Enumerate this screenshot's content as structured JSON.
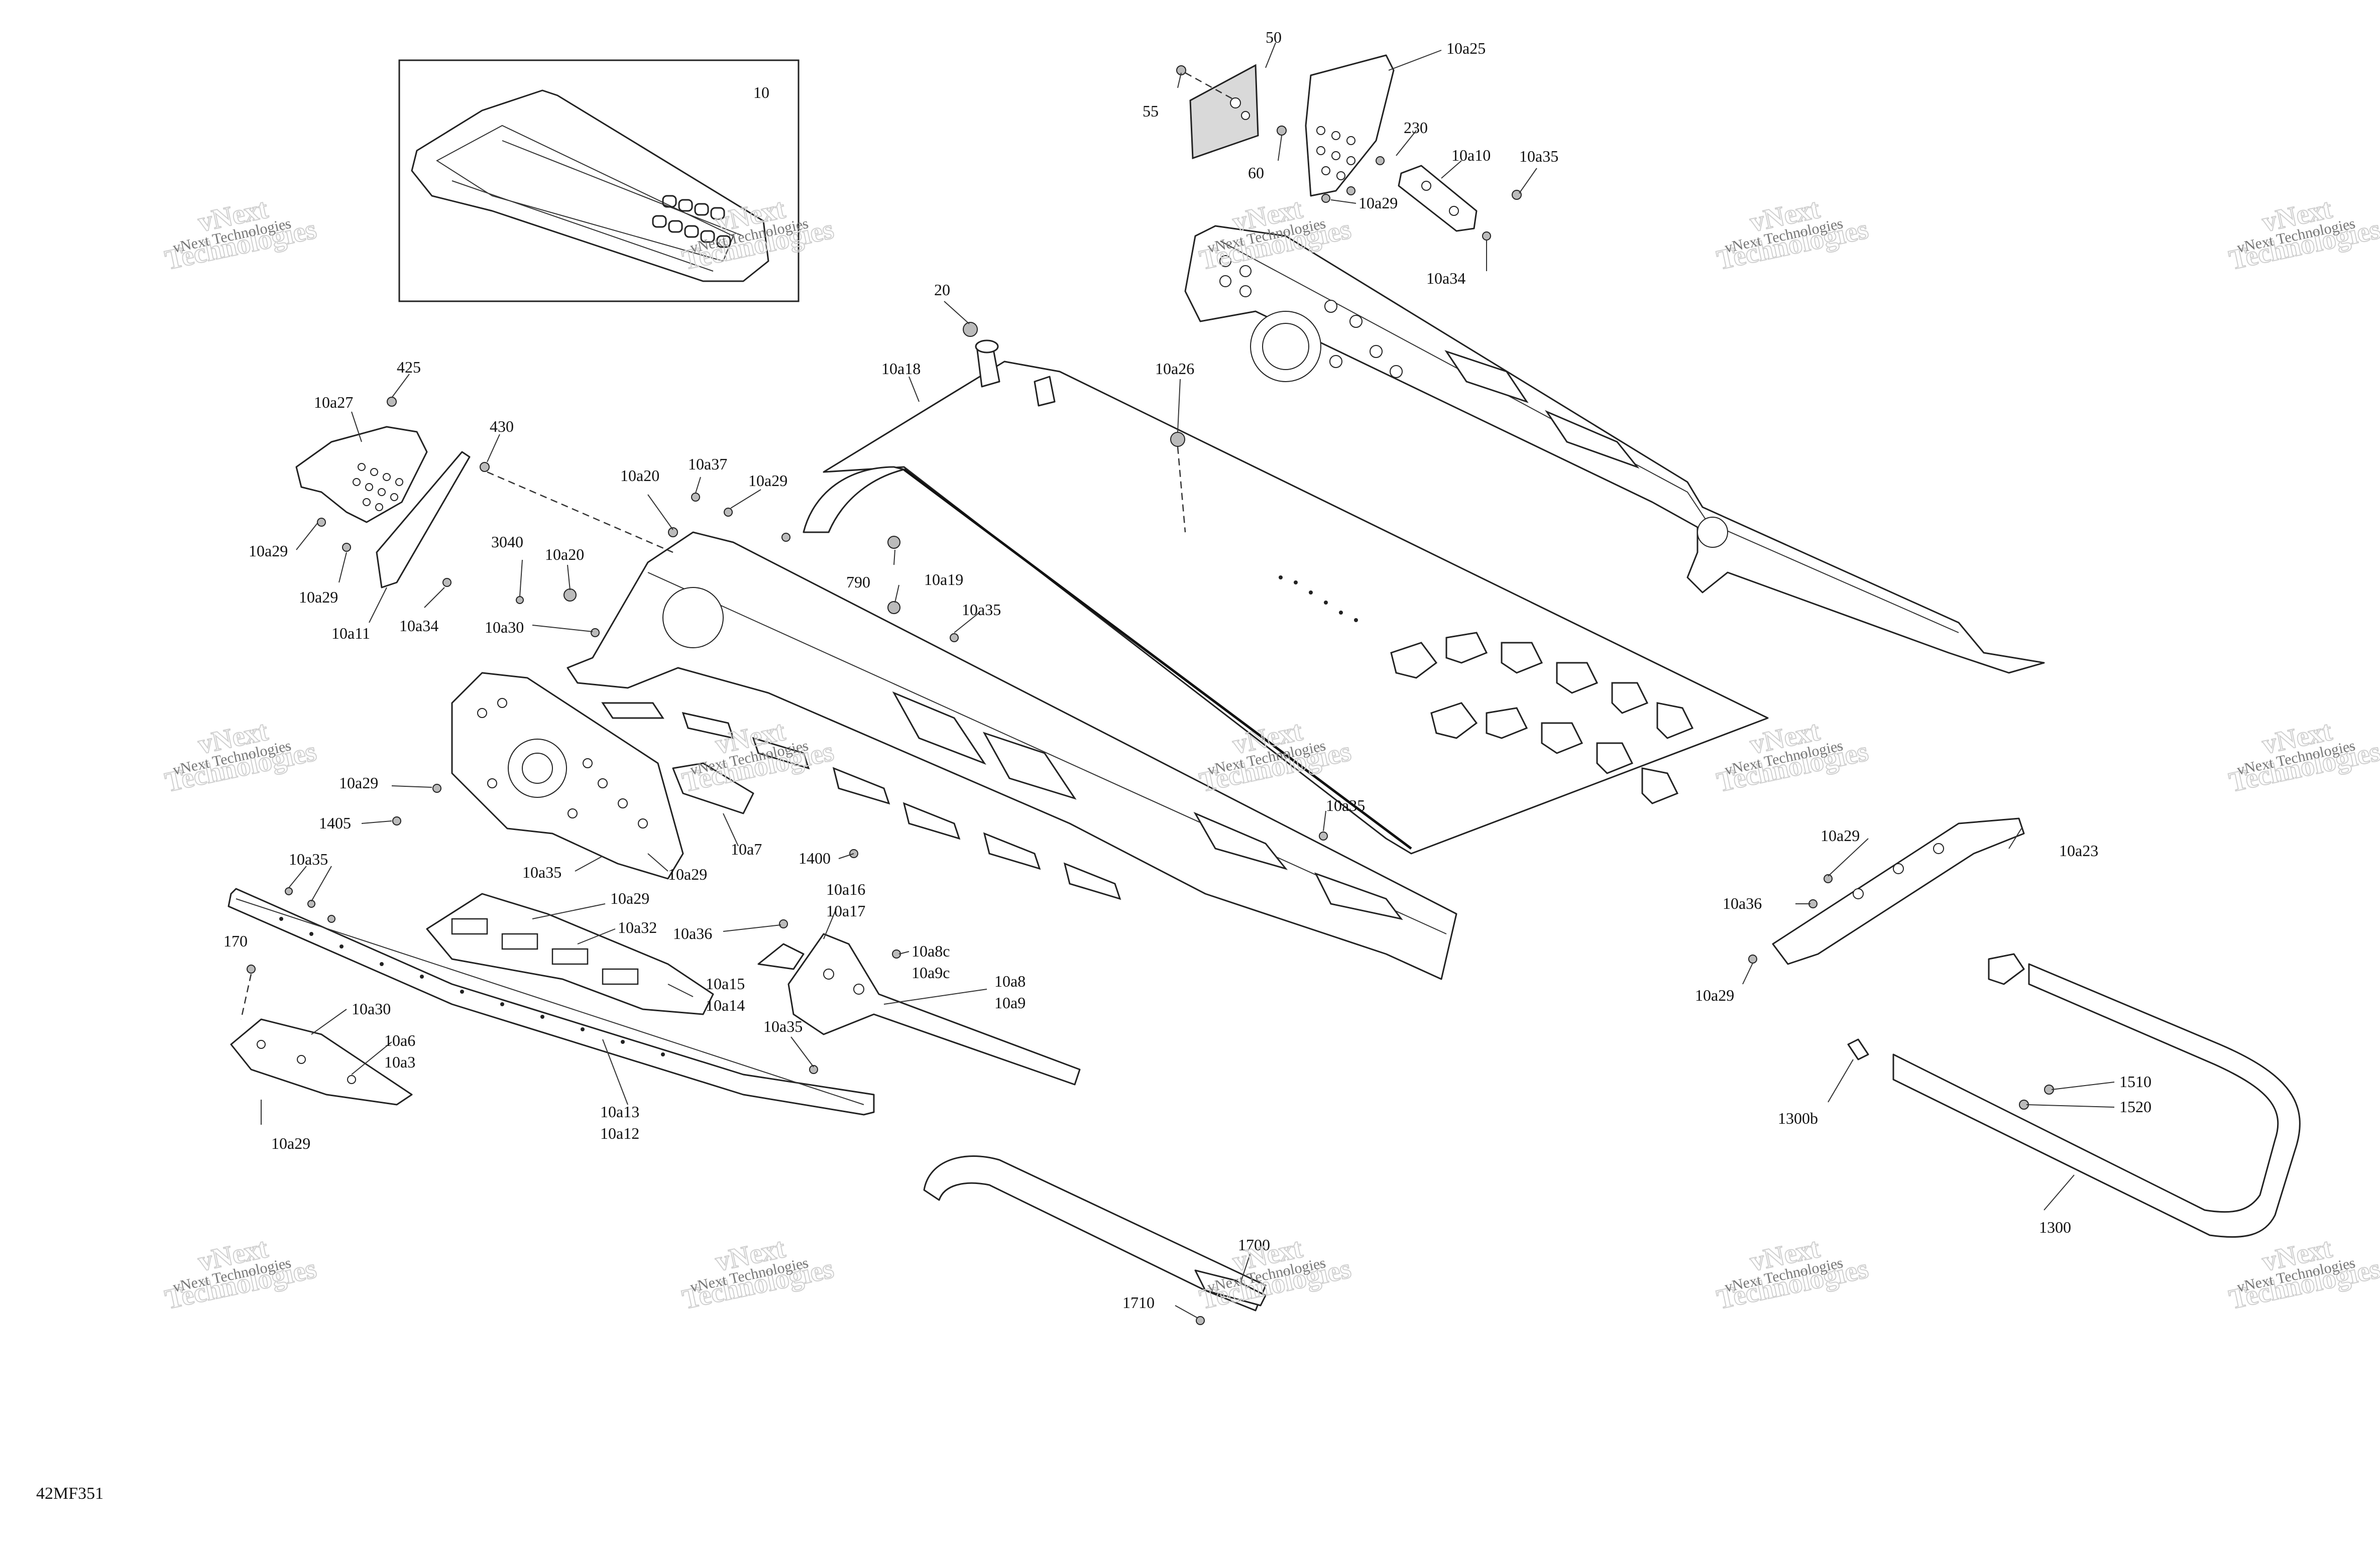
{
  "figure_code": "42MF351",
  "inset_label": "10",
  "watermark": {
    "line1": "vNext Technologies",
    "line2": "vNext",
    "line3": "Technologies"
  },
  "callouts": [
    {
      "id": "c-50",
      "text": "50"
    },
    {
      "id": "c-10a25",
      "text": "10a25"
    },
    {
      "id": "c-55",
      "text": "55"
    },
    {
      "id": "c-60",
      "text": "60"
    },
    {
      "id": "c-230",
      "text": "230"
    },
    {
      "id": "c-10a10",
      "text": "10a10"
    },
    {
      "id": "c-10a35-top",
      "text": "10a35"
    },
    {
      "id": "c-10a29-top",
      "text": "10a29"
    },
    {
      "id": "c-10a34-top",
      "text": "10a34"
    },
    {
      "id": "c-20",
      "text": "20"
    },
    {
      "id": "c-10a18",
      "text": "10a18"
    },
    {
      "id": "c-10a26",
      "text": "10a26"
    },
    {
      "id": "c-425",
      "text": "425"
    },
    {
      "id": "c-10a27",
      "text": "10a27"
    },
    {
      "id": "c-430",
      "text": "430"
    },
    {
      "id": "c-10a29-l1",
      "text": "10a29"
    },
    {
      "id": "c-10a29-l2",
      "text": "10a29"
    },
    {
      "id": "c-10a11",
      "text": "10a11"
    },
    {
      "id": "c-10a34-l",
      "text": "10a34"
    },
    {
      "id": "c-10a20-a",
      "text": "10a20"
    },
    {
      "id": "c-10a37",
      "text": "10a37"
    },
    {
      "id": "c-10a29-m",
      "text": "10a29"
    },
    {
      "id": "c-3040",
      "text": "3040"
    },
    {
      "id": "c-10a20-b",
      "text": "10a20"
    },
    {
      "id": "c-10a19",
      "text": "10a19"
    },
    {
      "id": "c-790",
      "text": "790"
    },
    {
      "id": "c-10a35-m",
      "text": "10a35"
    },
    {
      "id": "c-10a30-a",
      "text": "10a30"
    },
    {
      "id": "c-10a29-p",
      "text": "10a29"
    },
    {
      "id": "c-1405",
      "text": "1405"
    },
    {
      "id": "c-10a35-p",
      "text": "10a35"
    },
    {
      "id": "c-10a29-p2",
      "text": "10a29"
    },
    {
      "id": "c-10a7",
      "text": "10a7"
    },
    {
      "id": "c-1400",
      "text": "1400"
    },
    {
      "id": "c-10a35-r",
      "text": "10a35"
    },
    {
      "id": "c-10a35-rail",
      "text": "10a35"
    },
    {
      "id": "c-170",
      "text": "170"
    },
    {
      "id": "c-10a29-b",
      "text": "10a29"
    },
    {
      "id": "c-10a32",
      "text": "10a32"
    },
    {
      "id": "c-10a15",
      "text": "10a15"
    },
    {
      "id": "c-10a14",
      "text": "10a14"
    },
    {
      "id": "c-10a36-m",
      "text": "10a36"
    },
    {
      "id": "c-10a16",
      "text": "10a16"
    },
    {
      "id": "c-10a17",
      "text": "10a17"
    },
    {
      "id": "c-10a8c",
      "text": "10a8c"
    },
    {
      "id": "c-10a9c",
      "text": "10a9c"
    },
    {
      "id": "c-10a8",
      "text": "10a8"
    },
    {
      "id": "c-10a9",
      "text": "10a9"
    },
    {
      "id": "c-10a35-s",
      "text": "10a35"
    },
    {
      "id": "c-10a30-b",
      "text": "10a30"
    },
    {
      "id": "c-10a6",
      "text": "10a6"
    },
    {
      "id": "c-10a3",
      "text": "10a3"
    },
    {
      "id": "c-10a29-bl",
      "text": "10a29"
    },
    {
      "id": "c-10a13",
      "text": "10a13"
    },
    {
      "id": "c-10a12",
      "text": "10a12"
    },
    {
      "id": "c-10a29-r",
      "text": "10a29"
    },
    {
      "id": "c-10a23",
      "text": "10a23"
    },
    {
      "id": "c-10a36-r",
      "text": "10a36"
    },
    {
      "id": "c-10a29-r2",
      "text": "10a29"
    },
    {
      "id": "c-1510",
      "text": "1510"
    },
    {
      "id": "c-1520",
      "text": "1520"
    },
    {
      "id": "c-1300b",
      "text": "1300b"
    },
    {
      "id": "c-1300",
      "text": "1300"
    },
    {
      "id": "c-1700",
      "text": "1700"
    },
    {
      "id": "c-1710",
      "text": "1710"
    }
  ]
}
